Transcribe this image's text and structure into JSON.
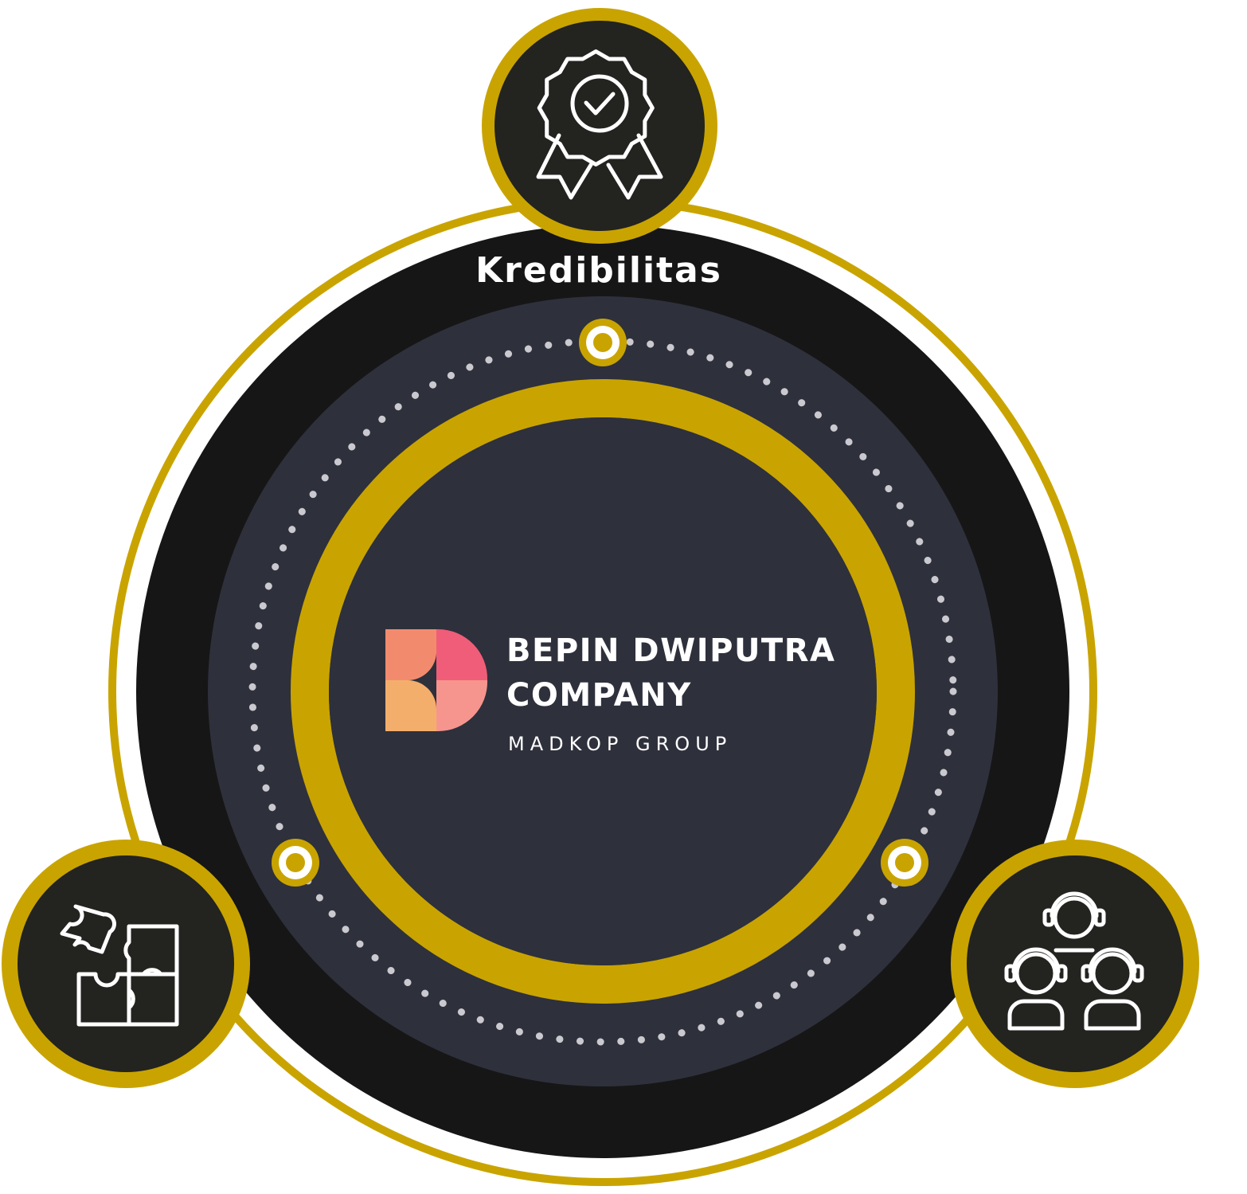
{
  "diagram": {
    "top_label": "Kredibilitas",
    "nodes": [
      {
        "id": "top",
        "icon": "award-ribbon-check-icon",
        "label": "Kredibilitas"
      },
      {
        "id": "bottom-left",
        "icon": "puzzle-pieces-icon",
        "label": ""
      },
      {
        "id": "bottom-right",
        "icon": "customer-support-team-icon",
        "label": ""
      }
    ]
  },
  "logo": {
    "line1": "BEPIN DWIPUTRA",
    "line2": "COMPANY",
    "tagline": "MADKOP GROUP"
  },
  "colors": {
    "gold": "#c9a400",
    "outer_dark": "#161616",
    "middle_dark": "#2e303c",
    "center_dark": "#2e303c",
    "node_fill": "#232320",
    "dots": "#c9c9cf",
    "icon_stroke": "#ffffff",
    "logo_orange": "#f28b6e",
    "logo_pink": "#f05d78",
    "logo_salmon": "#f6958d",
    "logo_peach": "#f4ae6c"
  }
}
